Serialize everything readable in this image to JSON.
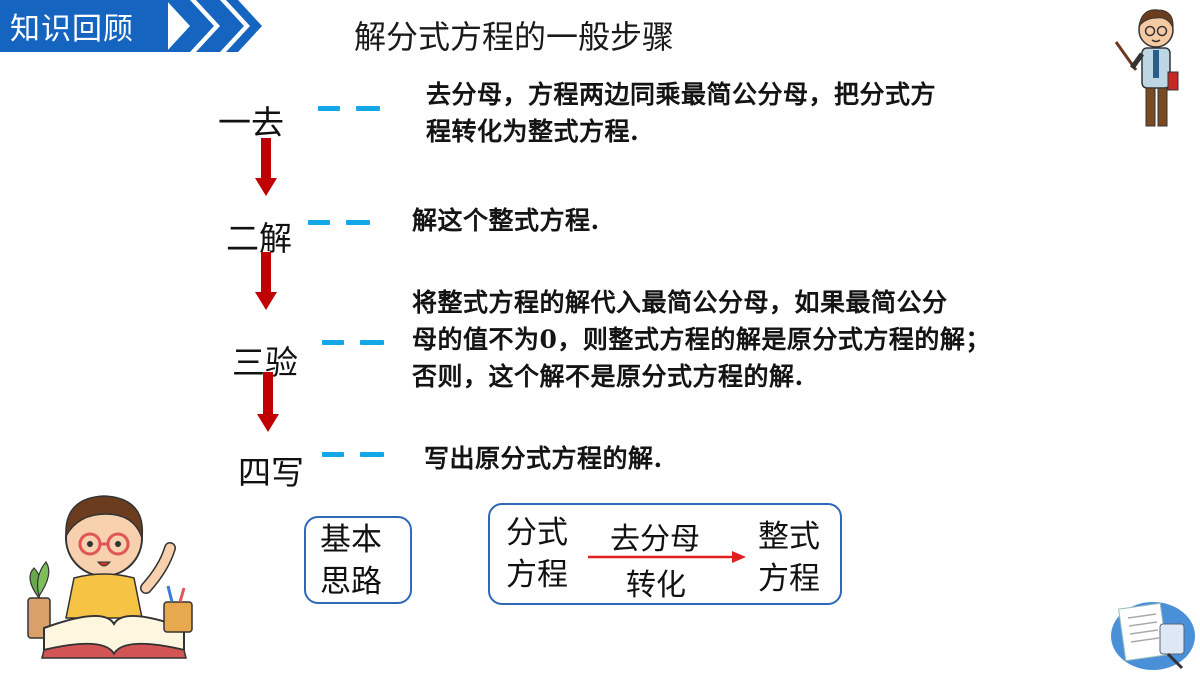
{
  "header": {
    "section_label": "知识回顾",
    "title": "解分式方程的一般步骤"
  },
  "steps": [
    {
      "label": "一去",
      "lines": [
        "去分母，方程两边同乘最简公分母，把分式方",
        "程转化为整式方程."
      ]
    },
    {
      "label": "二解",
      "lines": [
        "解这个整式方程."
      ]
    },
    {
      "label": "三验",
      "lines": [
        "将整式方程的解代入最简公分母，如果最简公分",
        "母的值不为0，则整式方程的解是原分式方程的解；",
        "否则，这个解不是原分式方程的解."
      ]
    },
    {
      "label": "四写",
      "lines": [
        "写出原分式方程的解."
      ]
    }
  ],
  "basic_idea": {
    "label_line1": "基本",
    "label_line2": "思路",
    "from_line1": "分式",
    "from_line2": "方程",
    "arrow_top": "去分母",
    "arrow_bottom": "转化",
    "to_line1": "整式",
    "to_line2": "方程"
  },
  "colors": {
    "banner": "#1565c0",
    "dash": "#12a7e6",
    "down_arrow": "#c00000",
    "box_border": "#2f68b8",
    "convert_arrow": "#e02020"
  },
  "icons": [
    "teacher-illustration",
    "student-reading-illustration",
    "math-paper-icon"
  ]
}
